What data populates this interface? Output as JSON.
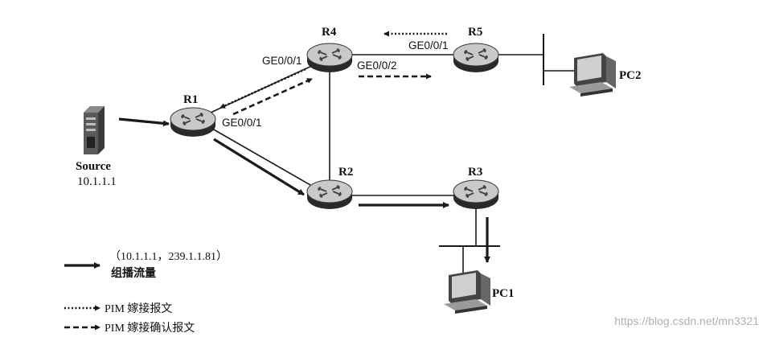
{
  "routers": {
    "r1": "R1",
    "r2": "R2",
    "r3": "R3",
    "r4": "R4",
    "r5": "R5"
  },
  "hosts": {
    "source_name": "Source",
    "source_ip": "10.1.1.1",
    "pc1": "PC1",
    "pc2": "PC2"
  },
  "ports": {
    "r4_to_r1": "GE0/0/1",
    "r4_to_r5": "GE0/0/2",
    "r1_to_r4": "GE0/0/1",
    "r5_to_r4": "GE0/0/1"
  },
  "legend": {
    "multicast_line1": "（10.1.1.1，239.1.1.81）",
    "multicast_line2": "组播流量",
    "graft": "PIM 嫁接报文",
    "graft_ack": "PIM 嫁接确认报文"
  },
  "watermark": "https://blog.csdn.net/mn3321",
  "colors": {
    "line": "#1a1a1a",
    "router_top": "#bdbdbd",
    "router_body": "#2a2a2a"
  },
  "icons": {
    "router": "router-icon",
    "server": "server-icon",
    "pc": "pc-icon"
  }
}
